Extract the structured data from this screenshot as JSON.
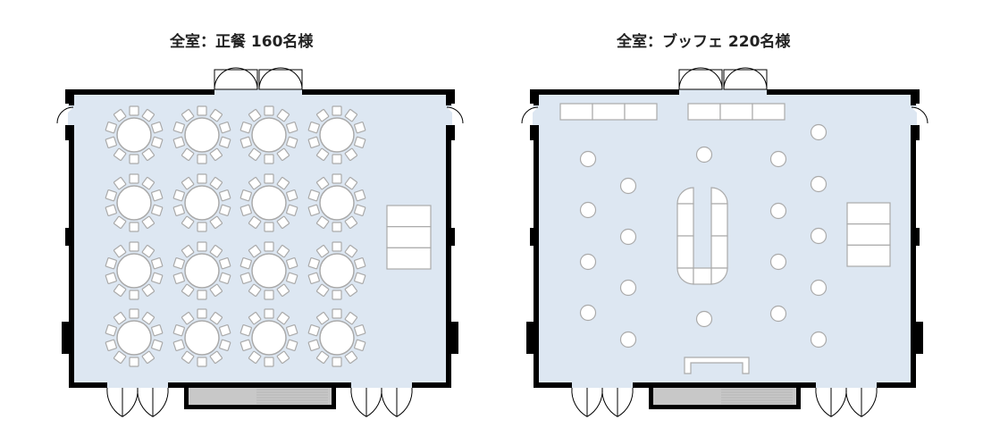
{
  "plans": [
    {
      "title": "全室：正餐 160名様",
      "layout": "banquet",
      "tables": 16,
      "seats_per_table": 10
    },
    {
      "title": "全室：ブッフェ 220名様",
      "layout": "buffet"
    }
  ],
  "colors": {
    "floor": "#dde7f2",
    "wall": "#000000",
    "furniture_stroke": "#aaaaaa",
    "stage": "#c8c8c8"
  }
}
